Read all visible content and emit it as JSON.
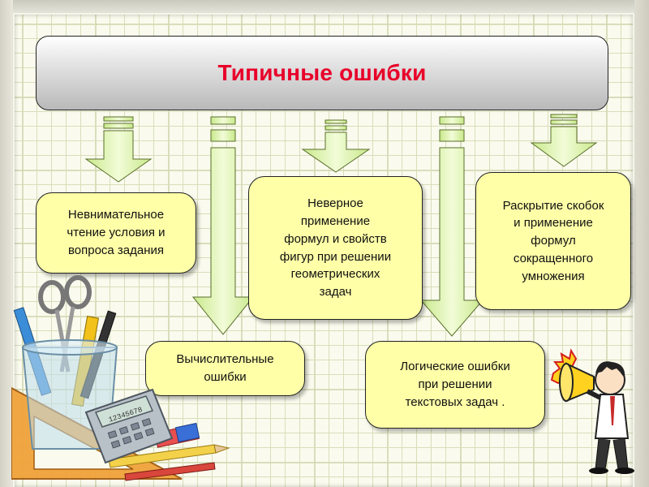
{
  "title": "Типичные ошибки",
  "colors": {
    "title": "#e8002a",
    "box_fill": "#ffffa8",
    "arrow_fill": "#e1f6b3",
    "arrow_stroke": "#5a6f2c"
  },
  "errors": [
    {
      "label": "Невнимательное\nчтение условия и\nвопроса задания"
    },
    {
      "label": "Вычислительные\nошибки"
    },
    {
      "label": "Неверное\nприменение\nформул и свойств\nфигур при решении\nгеометрических\nзадач"
    },
    {
      "label": "Логические ошибки\nпри решении\nтекстовых задач ."
    },
    {
      "label": "Раскрытие скобок\nи применение\nформул\nсокращенного\nумножения"
    }
  ],
  "illustrations": {
    "stationery": "stationery-cup-icon",
    "calculator": "calculator-icon",
    "calculator_display": "12345678",
    "presenter": "man-with-megaphone-icon"
  }
}
